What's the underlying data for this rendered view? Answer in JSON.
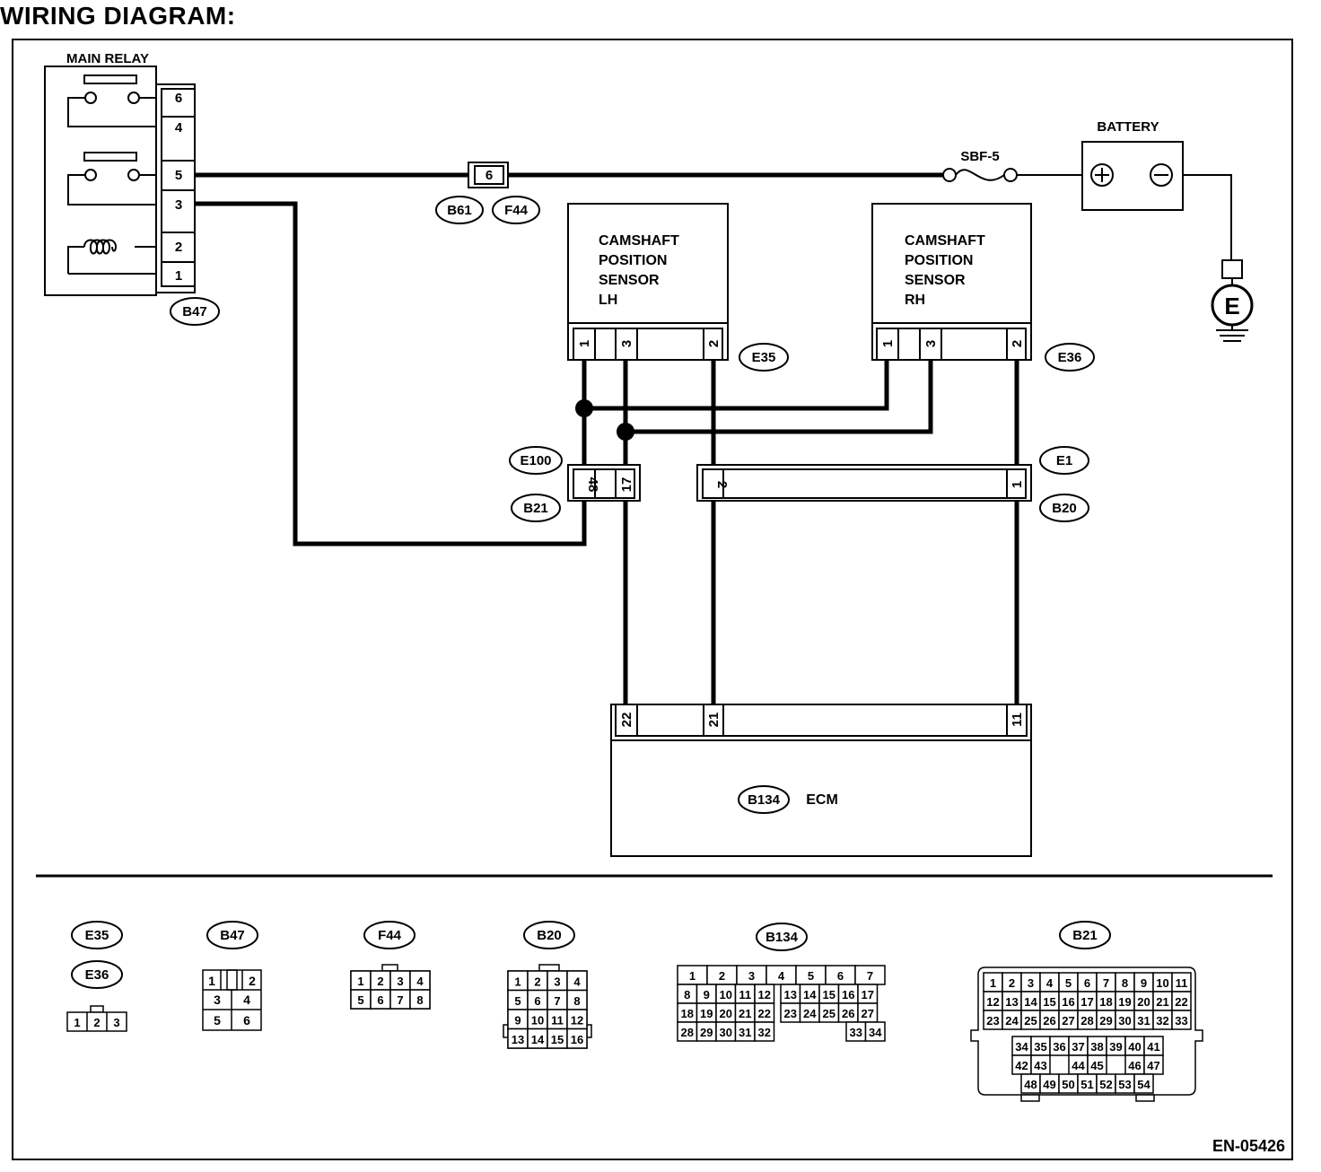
{
  "title": "WIRING DIAGRAM:",
  "doc_id": "EN-05426",
  "components": {
    "main_relay": {
      "label": "MAIN RELAY",
      "pins": [
        "6",
        "4",
        "5",
        "3",
        "2",
        "1"
      ],
      "connector": "B47"
    },
    "battery": {
      "label": "BATTERY",
      "plus": "⊕",
      "minus": "⊖"
    },
    "fuse": {
      "label": "SBF-5"
    },
    "ground": {
      "label": "E"
    },
    "inline_connector": {
      "pin": "6",
      "connectors": [
        "B61",
        "F44"
      ]
    },
    "cmp_lh": {
      "lines": [
        "CAMSHAFT",
        "POSITION",
        "SENSOR",
        "LH"
      ],
      "pins": [
        "1",
        "3",
        "2"
      ],
      "connector": "E35"
    },
    "cmp_rh": {
      "lines": [
        "CAMSHAFT",
        "POSITION",
        "SENSOR",
        "RH"
      ],
      "pins": [
        "1",
        "3",
        "2"
      ],
      "connector": "E36"
    },
    "joint_left": {
      "pins": [
        "48",
        "17"
      ],
      "connectors": [
        "E100",
        "B21"
      ]
    },
    "joint_right": {
      "pins": [
        "2",
        "1"
      ],
      "connectors": [
        "E1",
        "B20"
      ]
    },
    "ecm": {
      "label": "ECM",
      "connector": "B134",
      "pins": [
        "22",
        "21",
        "11"
      ]
    }
  },
  "connector_views": [
    {
      "name": "E35",
      "extra": "E36",
      "rows": [
        [
          "1",
          "2",
          "3"
        ]
      ]
    },
    {
      "name": "B47",
      "rows": [
        [
          "1",
          "",
          "2"
        ],
        [
          "3",
          "4"
        ],
        [
          "5",
          "6"
        ]
      ]
    },
    {
      "name": "F44",
      "rows": [
        [
          "1",
          "2",
          "3",
          "4"
        ],
        [
          "5",
          "6",
          "7",
          "8"
        ]
      ]
    },
    {
      "name": "B20",
      "rows": [
        [
          "1",
          "2",
          "3",
          "4"
        ],
        [
          "5",
          "6",
          "7",
          "8"
        ],
        [
          "9",
          "10",
          "11",
          "12"
        ],
        [
          "13",
          "14",
          "15",
          "16"
        ]
      ]
    },
    {
      "name": "B134",
      "rows": [
        [
          "1",
          "2",
          "3",
          "4",
          "5",
          "6",
          "7"
        ],
        [
          "8",
          "9",
          "10",
          "11",
          "12",
          "13",
          "14",
          "15",
          "16",
          "17"
        ],
        [
          "18",
          "19",
          "20",
          "21",
          "22",
          "23",
          "24",
          "25",
          "26",
          "27"
        ],
        [
          "28",
          "29",
          "30",
          "31",
          "32",
          "33",
          "34"
        ]
      ]
    },
    {
      "name": "B21",
      "rows": [
        [
          "1",
          "2",
          "3",
          "4",
          "5",
          "6",
          "7",
          "8",
          "9",
          "10",
          "11"
        ],
        [
          "12",
          "13",
          "14",
          "15",
          "16",
          "17",
          "18",
          "19",
          "20",
          "21",
          "22"
        ],
        [
          "23",
          "24",
          "25",
          "26",
          "27",
          "28",
          "29",
          "30",
          "31",
          "32",
          "33"
        ],
        [
          "34",
          "35",
          "36",
          "37",
          "38",
          "39",
          "40",
          "41"
        ],
        [
          "42",
          "43",
          "44",
          "45",
          "46",
          "47"
        ],
        [
          "48",
          "49",
          "50",
          "51",
          "52",
          "53",
          "54"
        ]
      ]
    }
  ]
}
